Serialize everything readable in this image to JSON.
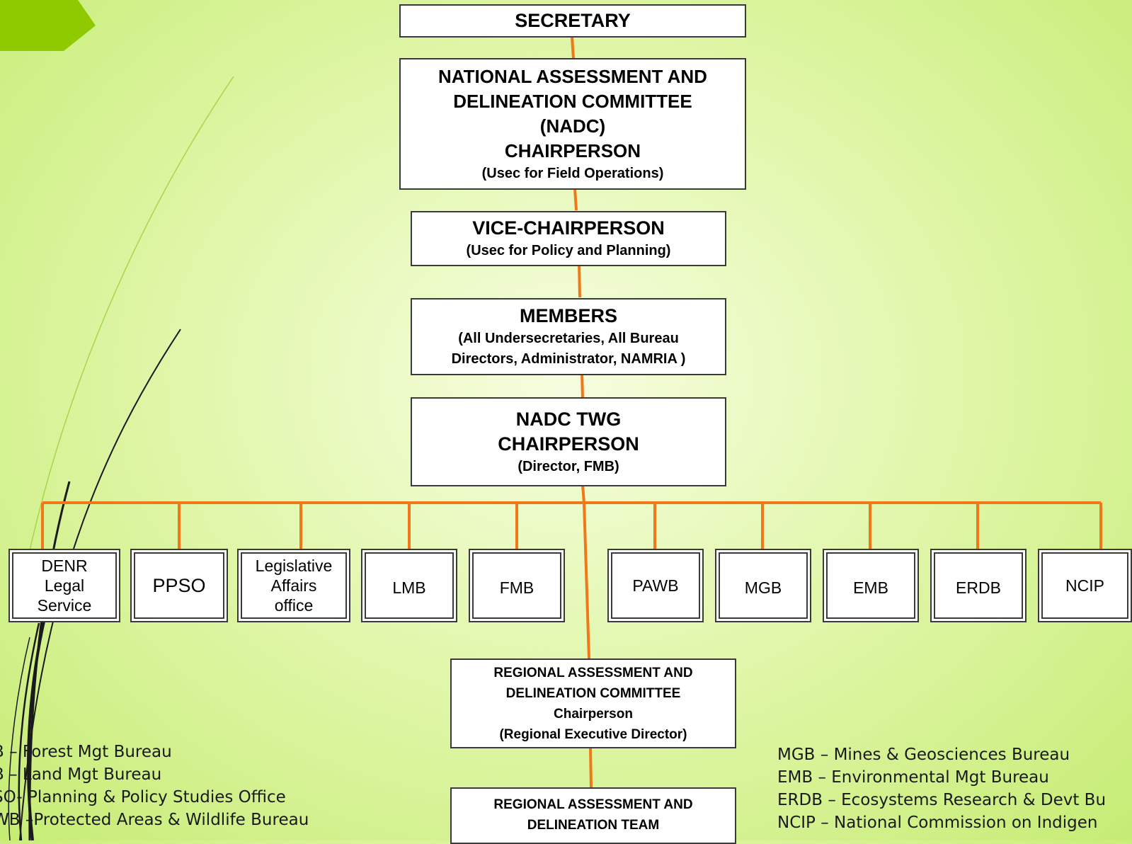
{
  "org_chart": {
    "secretary": "SECRETARY",
    "nadc": {
      "line1": "NATIONAL ASSESSMENT AND",
      "line2": "DELINEATION COMMITTEE",
      "line3": "(NADC)",
      "line4": "CHAIRPERSON",
      "line5": "(Usec for Field Operations)"
    },
    "vice": {
      "title": "VICE-CHAIRPERSON",
      "sub": "(Usec for Policy and Planning)"
    },
    "members": {
      "title": "MEMBERS",
      "sub1": "(All Undersecretaries, All Bureau",
      "sub2": "Directors, Administrator, NAMRIA )"
    },
    "twg": {
      "line1": "NADC TWG",
      "line2": "CHAIRPERSON",
      "line3": "(Director, FMB)"
    },
    "departments": [
      {
        "line1": "DENR",
        "line2": "Legal",
        "line3": "Service"
      },
      {
        "line1": "PPSO"
      },
      {
        "line1": "Legislative",
        "line2": "Affairs",
        "line3": "office"
      },
      {
        "line1": "LMB"
      },
      {
        "line1": "FMB"
      },
      {
        "line1": "PAWB"
      },
      {
        "line1": "MGB"
      },
      {
        "line1": "EMB"
      },
      {
        "line1": "ERDB"
      },
      {
        "line1": "NCIP"
      }
    ],
    "regional_committee": {
      "line1": "REGIONAL ASSESSMENT AND",
      "line2": "DELINEATION COMMITTEE",
      "line3": "Chairperson",
      "line4": "(Regional Executive Director)"
    },
    "regional_team": {
      "line1": "REGIONAL ASSESSMENT AND",
      "line2": "DELINEATION TEAM"
    }
  },
  "legend_left": [
    "B – Forest Mgt Bureau",
    "B – Land Mgt Bureau",
    "SO- Planning & Policy Studies Office",
    "WB –Protected Areas & Wildlife Bureau"
  ],
  "legend_right": [
    "MGB – Mines & Geosciences Bureau",
    "EMB – Environmental Mgt Bureau",
    "ERDB – Ecosystems Research & Devt Bu",
    "NCIP – National Commission on Indigen"
  ],
  "colors": {
    "connector": "#f07818",
    "accent": "#8fc900"
  }
}
